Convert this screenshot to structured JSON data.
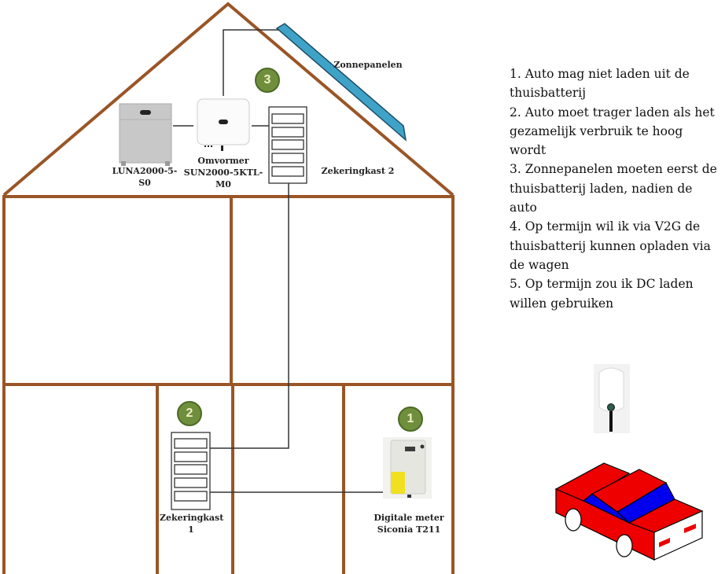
{
  "colors": {
    "wall": "#9a5526",
    "badge": "#6f8f3c",
    "panel": "#3fa3c7",
    "car": "#ee0000",
    "window": "#0000ee"
  },
  "labels": {
    "solar_panels": "Zonnepanelen",
    "battery": "LUNA2000-5-S0",
    "inverter_line1": "Omvormer",
    "inverter_line2": "SUN2000-5KTL-M0",
    "fusebox2": "Zekeringkast 2",
    "fusebox1": "Zekeringkast 1",
    "meter_line1": "Digitale meter",
    "meter_line2": "Siconia T211"
  },
  "badges": {
    "meter": "1",
    "fusebox1": "2",
    "inverter": "3"
  },
  "requirements": [
    "1. Auto mag niet laden uit de thuisbatterij",
    "2. Auto moet trager laden als het gezamelijk verbruik te hoog wordt",
    "3. Zonnepanelen moeten eerst de thuisbatterij laden, nadien de auto",
    "4. Op termijn wil ik via V2G de thuisbatterij kunnen opladen via de wagen",
    "5. Op termijn zou ik DC laden willen gebruiken"
  ]
}
